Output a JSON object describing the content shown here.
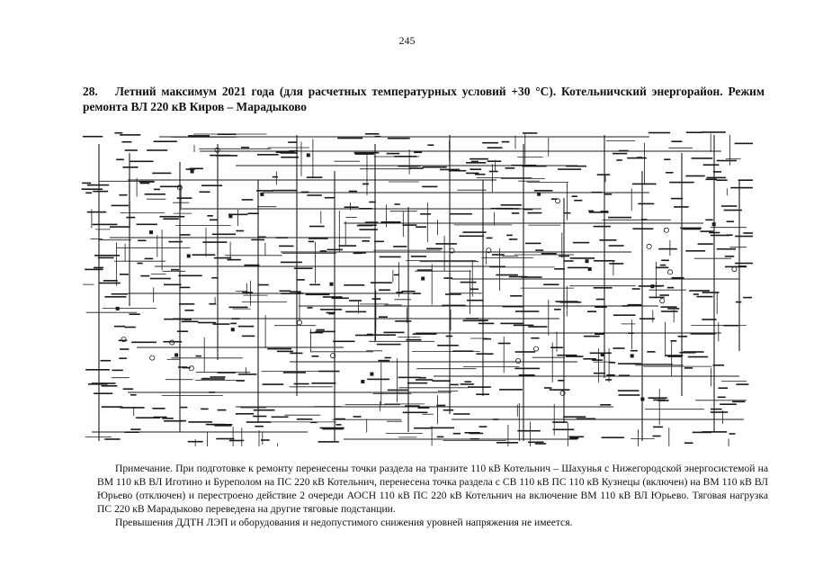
{
  "page": {
    "number": "245",
    "section_number": "28.",
    "title": "Летний максимум 2021 года (для расчетных температурных условий +30 °С). Котельничский энергорайон. Режим ремонта ВЛ 220 кВ Киров – Марадыково"
  },
  "scheme": {
    "ink_color": "#1a1a1a"
  },
  "note": {
    "paragraphs": [
      "Примечание. При подготовке к ремонту перенесены точки раздела на транзите 110 кВ Котельнич – Шахунья с Нижегородской энергосистемой на ВМ 110 кВ ВЛ Иготино и Буреполом на ПС 220 кВ Котельнич, перенесена точка раздела с СВ 110 кВ ПС 110 кВ Кузнецы (включен) на ВМ 110 кВ ВЛ Юрьево (отключен) и перестроено действие 2 очереди АОСН 110 кВ ПС 220 кВ Котельнич на включение ВМ 110 кВ ВЛ Юрьево. Тяговая нагрузка ПС 220 кВ Марадыково переведена на другие тяговые подстанции.",
      "Превышения ДДТН ЛЭП и оборудования и недопустимого снижения уровней напряжения не имеется."
    ]
  }
}
